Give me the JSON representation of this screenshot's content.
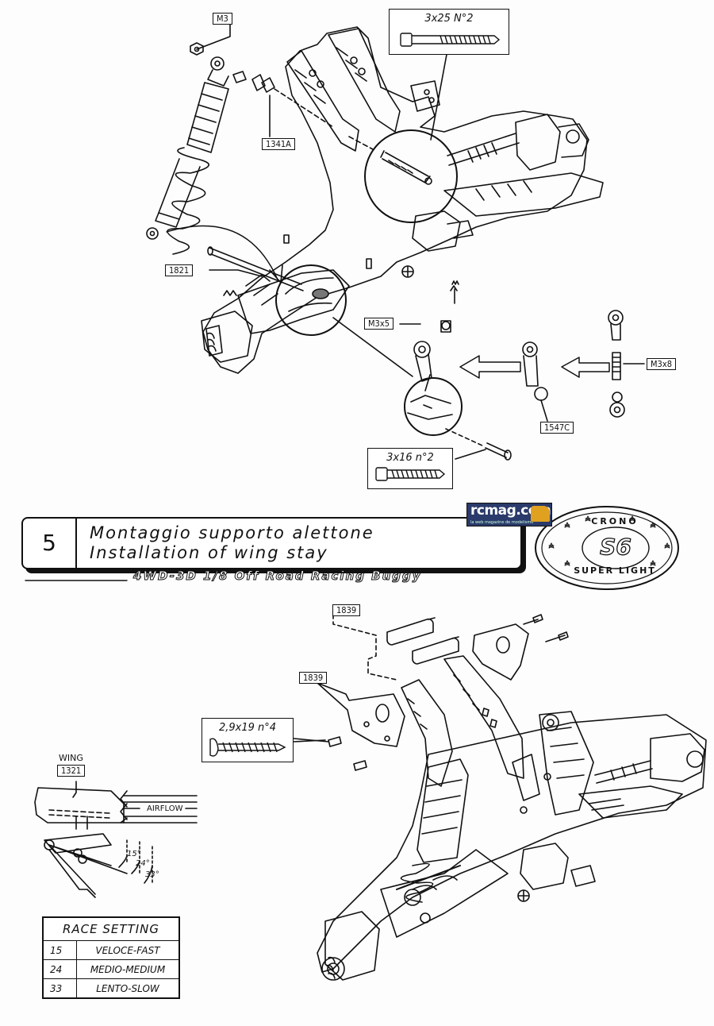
{
  "section": {
    "step_number": "5",
    "title_it": "Montaggio supporto alettone",
    "title_en": "Installation of wing stay",
    "subtitle": "4WD-3D 1/8 Off Road Racing Buggy"
  },
  "top_diagram": {
    "labels": {
      "m3": "M3",
      "part_1341a": "1341A",
      "part_1821": "1821",
      "m3x5": "M3x5",
      "m3x8": "M3x8",
      "part_1547c": "1547C"
    },
    "screws": {
      "long_screw": "3x25 N°2",
      "short_screw": "3x16 n°2"
    }
  },
  "bottom_diagram": {
    "labels": {
      "part_1839_top": "1839",
      "part_1839_side": "1839"
    },
    "screws": {
      "self_tapping": "2,9x19 n°4"
    },
    "wing": {
      "caption": "WING",
      "part": "1321",
      "airflow": "AIRFLOW",
      "angles": [
        "15°",
        "24°",
        "33°"
      ]
    }
  },
  "race_setting": {
    "header": "RACE SETTING",
    "rows": [
      {
        "value": "15",
        "setting": "VELOCE-FAST"
      },
      {
        "value": "24",
        "setting": "MEDIO-MEDIUM"
      },
      {
        "value": "33",
        "setting": "LENTO-SLOW"
      }
    ]
  },
  "logos": {
    "rcmag": "rcmag.com",
    "rcmag_tagline": "la web magazine de modelismo",
    "crono_top": "CRONO",
    "crono_mark": "S6",
    "crono_bottom": "SUPER LIGHT"
  }
}
